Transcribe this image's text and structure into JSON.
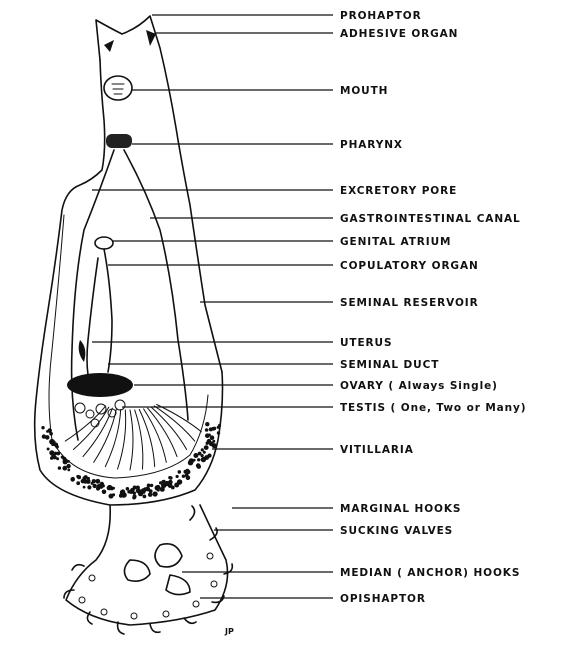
{
  "labels": [
    "PROHAPTOR",
    "ADHESIVE ORGAN",
    "MOUTH",
    "PHARYNX",
    "EXCRETORY PORE",
    "GASTROINTESTINAL CANAL",
    "GENITAL ATRIUM",
    "COPULATORY ORGAN",
    "SEMINAL RESERVOIR",
    "UTERUS",
    "SEMINAL DUCT",
    "OVARY ( Always Single)",
    "TESTIS ( One, Two or Many)",
    "VITILLARIA",
    "MARGINAL HOOKS",
    "SUCKING VALVES",
    "MEDIAN ( ANCHOR) HOOKS",
    "OPISHAPTOR"
  ],
  "signature": "JP",
  "colors": {
    "ink": "#111111",
    "background": "#ffffff",
    "bleed_text": "#d9d9d9"
  }
}
